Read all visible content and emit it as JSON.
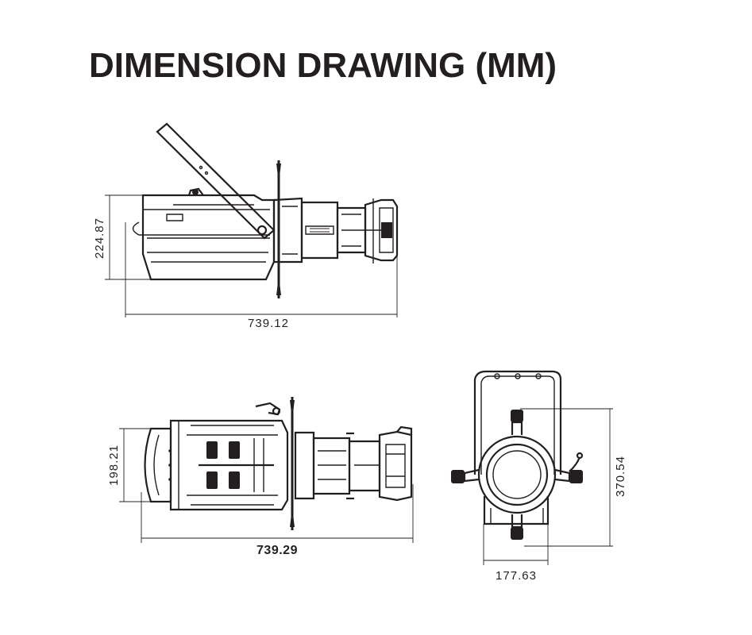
{
  "title": "DIMENSION DRAWING (MM)",
  "side_view": {
    "height_label": "224.87",
    "length_label": "739.12"
  },
  "top_view": {
    "width_label": "198.21",
    "length_label": "739.29"
  },
  "front_view": {
    "height_label": "370.54",
    "width_label": "177.63"
  }
}
